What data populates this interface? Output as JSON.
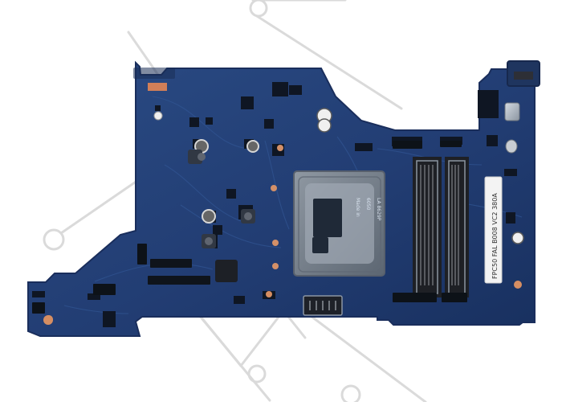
{
  "image": {
    "subject": "laptop motherboard",
    "board_color": "#243f73",
    "board_edge_color": "#1c3262",
    "background_color": "#ffffff",
    "watermark_color": "#b8b8b8",
    "chip_color": "#6b7580",
    "chip_die_color": "#1f2b3a",
    "metal_color": "#a9b2bd",
    "copper_color": "#d98f63"
  },
  "labels": {
    "cpu_marking_1": "LA 8629P",
    "cpu_marking_2": "6050",
    "cpu_marking_3": "Made in",
    "sticker_text": "FPC50 FAL B008 VC2 380A"
  }
}
